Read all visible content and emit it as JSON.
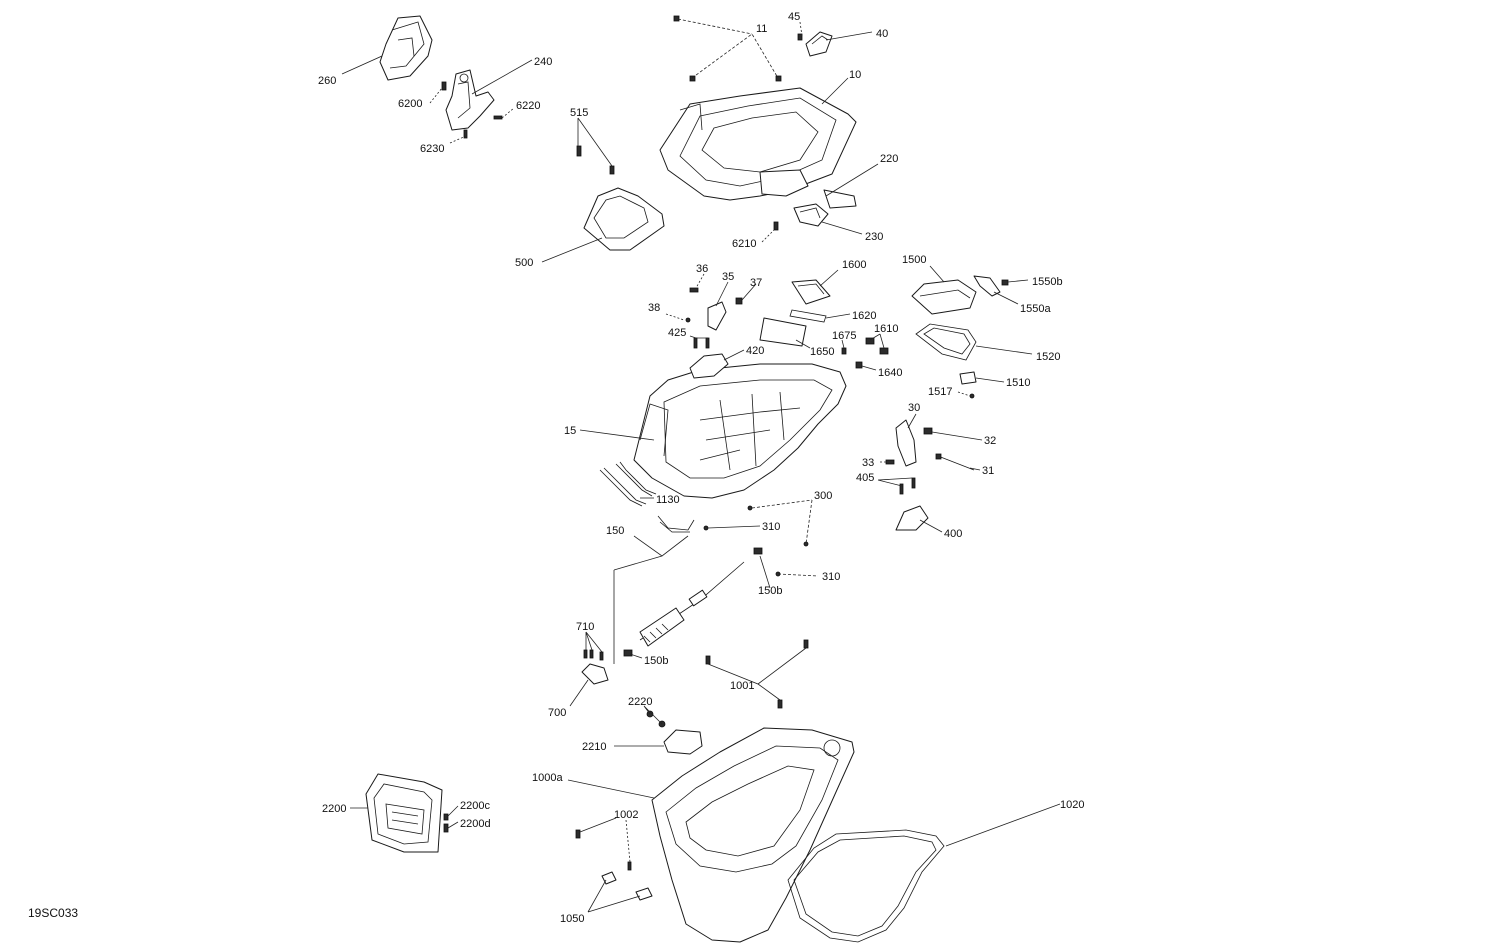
{
  "figure_ref": "19SC033",
  "callouts": {
    "c11": "11",
    "c45": "45",
    "c40": "40",
    "c10": "10",
    "c260": "260",
    "c240": "240",
    "c6200": "6200",
    "c6220": "6220",
    "c6230": "6230",
    "c515": "515",
    "c220": "220",
    "c230": "230",
    "c6210": "6210",
    "c500": "500",
    "c36": "36",
    "c35": "35",
    "c37": "37",
    "c1600": "1600",
    "c1500": "1500",
    "c1550b": "1550b",
    "c1550a": "1550a",
    "c38": "38",
    "c1620": "1620",
    "c425": "425",
    "c1675": "1675",
    "c1610": "1610",
    "c1650": "1650",
    "c420": "420",
    "c1520": "1520",
    "c1640": "1640",
    "c1510": "1510",
    "c1517": "1517",
    "c15": "15",
    "c30": "30",
    "c32": "32",
    "c33": "33",
    "c31": "31",
    "c405": "405",
    "c300": "300",
    "c1130": "1130",
    "c310a": "310",
    "c150": "150",
    "c400": "400",
    "c310b": "310",
    "c150b_a": "150b",
    "c710": "710",
    "c150b_b": "150b",
    "c1001": "1001",
    "c700": "700",
    "c2220": "2220",
    "c2210": "2210",
    "c1000a": "1000a",
    "c1020": "1020",
    "c2200": "2200",
    "c2200c": "2200c",
    "c2200d": "2200d",
    "c1002": "1002",
    "c1050": "1050"
  }
}
